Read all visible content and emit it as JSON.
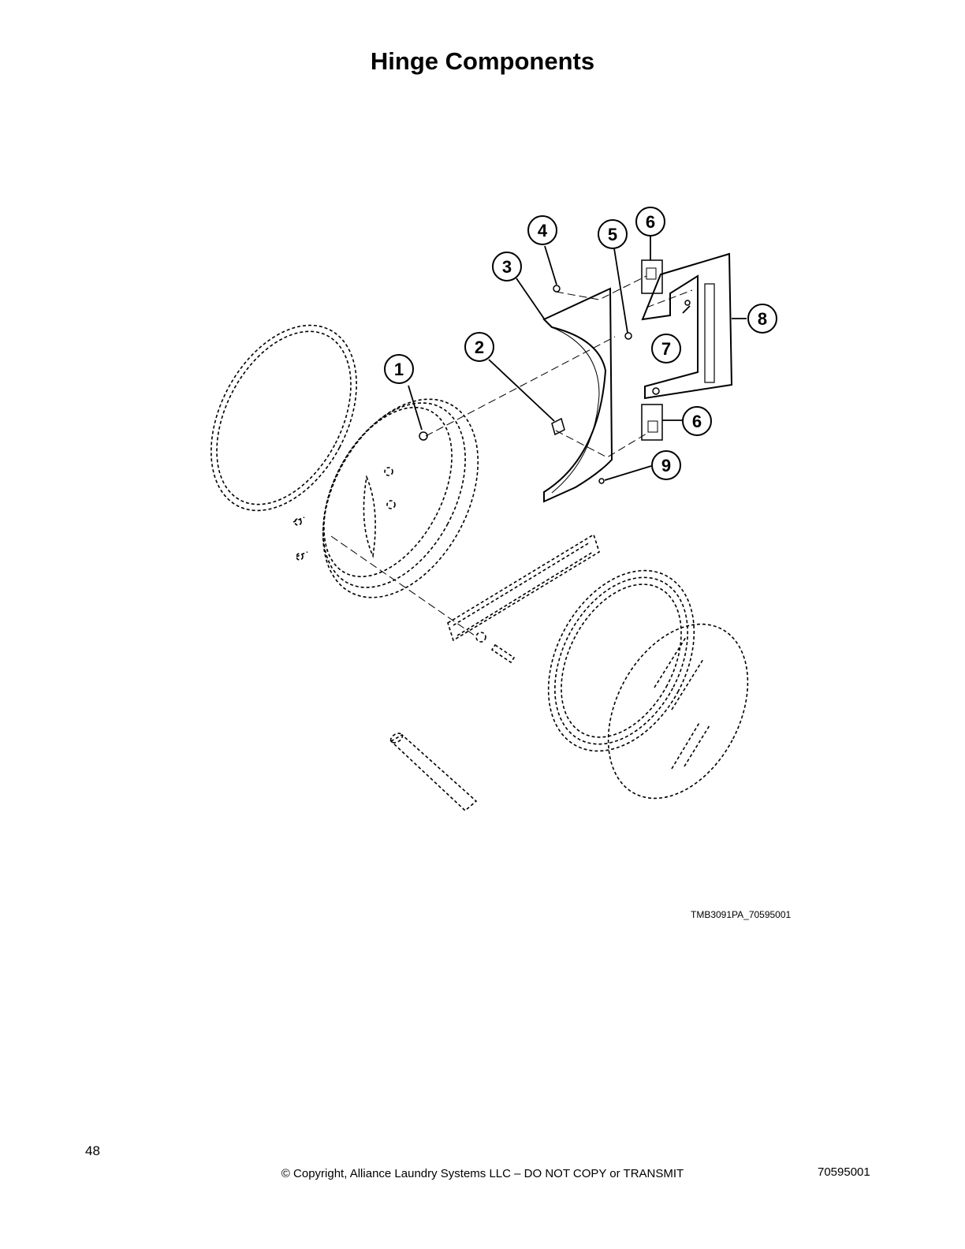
{
  "page": {
    "title": "Hinge Components",
    "figure_id": "TMB3091PA_70595001",
    "page_number": "48",
    "copyright": "© Copyright, Alliance Laundry Systems LLC – DO NOT COPY or TRANSMIT",
    "doc_number": "70595001"
  },
  "callouts": [
    "1",
    "2",
    "3",
    "4",
    "5",
    "6",
    "6",
    "7",
    "8",
    "9"
  ]
}
